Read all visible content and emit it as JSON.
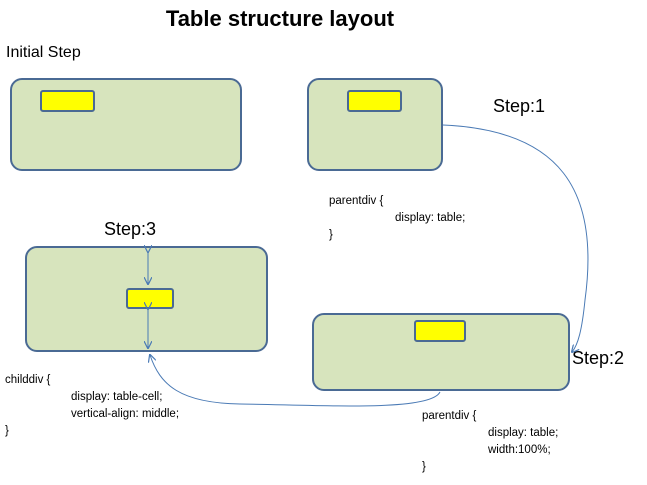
{
  "title": "Table structure layout",
  "labels": {
    "initial": "Initial Step",
    "step1": "Step:1",
    "step2": "Step:2",
    "step3": "Step:3"
  },
  "code": {
    "step1": {
      "selector": "parentdiv {",
      "lines": [
        "display: table;"
      ],
      "close": "}"
    },
    "step2": {
      "selector": "parentdiv {",
      "lines": [
        "display: table;",
        "width:100%;"
      ],
      "close": "}"
    },
    "step3": {
      "selector": "childdiv {",
      "lines": [
        "display: table-cell;",
        "vertical-align: middle;"
      ],
      "close": "}"
    }
  },
  "colors": {
    "box_fill": "#d7e4bd",
    "box_border": "#4a6a94",
    "inner_fill": "#ffff00",
    "connector": "#4a7ab5"
  }
}
